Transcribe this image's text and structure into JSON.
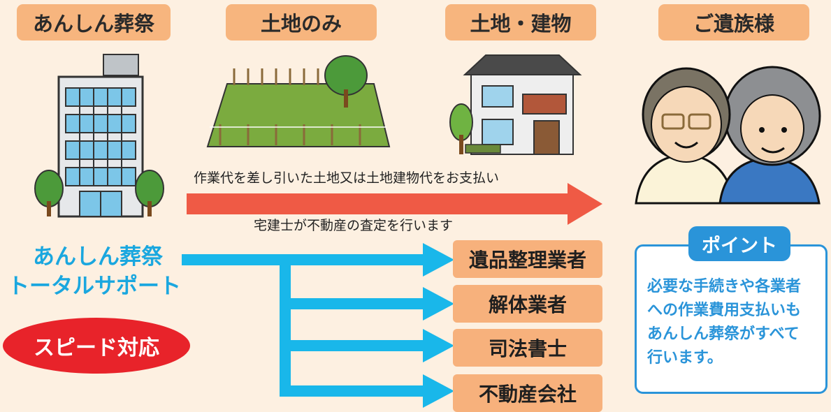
{
  "headers": {
    "company": "あんしん葬祭",
    "land": "土地のみ",
    "land_building": "土地・建物",
    "family": "ご遺族様"
  },
  "arrow_payment_text": "作業代を差し引いた土地又は土地建物代をお支払い",
  "appraisal_text": "宅建士が不動産の査定を行います",
  "support_title_line1": "あんしん葬祭",
  "support_title_line2": "トータルサポート",
  "speed_label": "スピード対応",
  "services": [
    "遺品整理業者",
    "解体業者",
    "司法書士",
    "不動産会社"
  ],
  "point": {
    "label": "ポイント",
    "lines": [
      "必要な手続きや各業者",
      "への作業費用支払いも",
      "あんしん葬祭がすべて",
      "行います。"
    ]
  },
  "colors": {
    "background": "#fdf0e1",
    "header_fill": "#f7b57e",
    "red_arrow": "#ef5a45",
    "blue_arrow": "#19b7ea",
    "blue_text": "#1aa7df",
    "speed_fill": "#e8232a",
    "point_blue": "#2a94d9"
  }
}
